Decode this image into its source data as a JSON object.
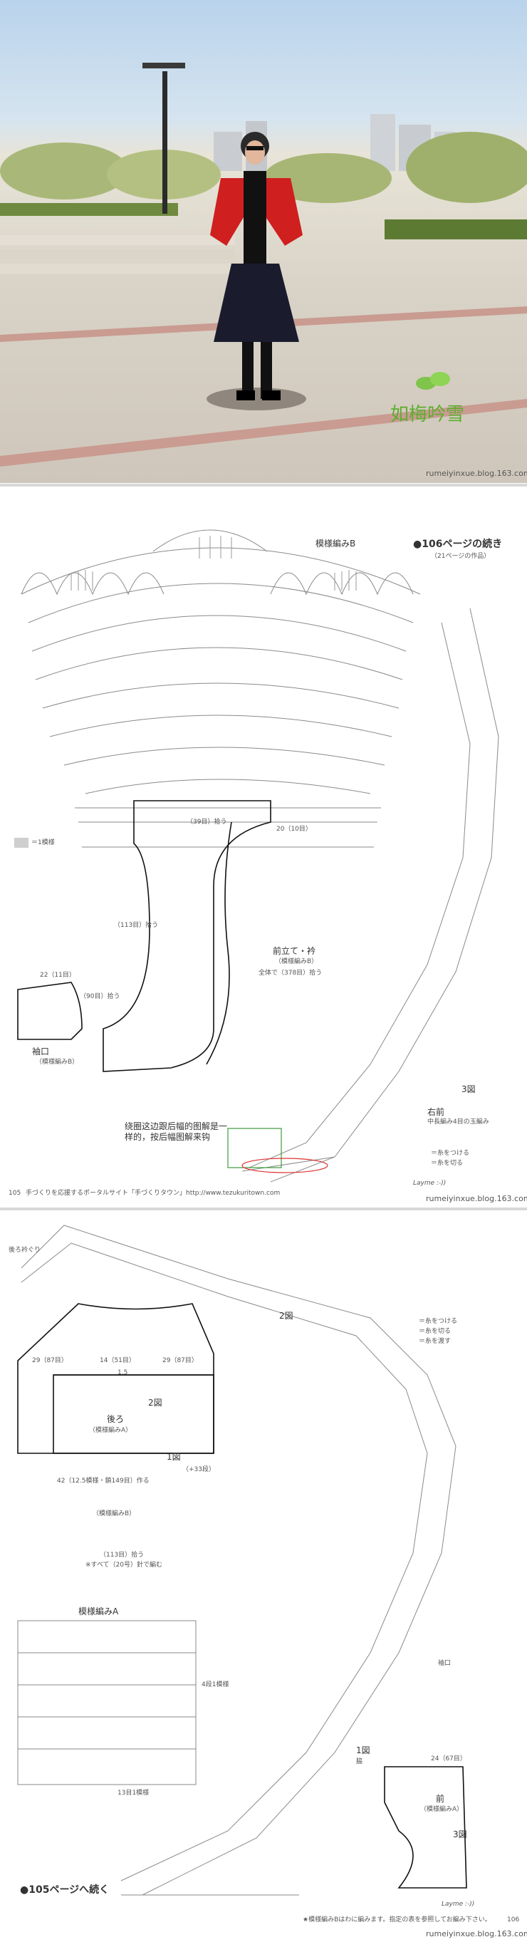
{
  "photo": {
    "logo_text": "如梅吟雪",
    "watermark": "rumeiyinxue.blog.163.com"
  },
  "page105": {
    "pattern_b_title": "模様編みB",
    "continued_title": "●106ページの続き",
    "continued_sub": "（21ページの作品）",
    "legend_1row": "＝1模様",
    "sleeve_title": "袖口",
    "sleeve_sub": "（模様編みB）",
    "front_title": "前立て・衿",
    "front_sub": "（模様編みB）",
    "front_note": "全体で（378目）拾う",
    "dim_39": "（39目）拾う",
    "dim_20": "20（10目）",
    "dim_113": "（113目）拾う",
    "dim_90": "（90目）拾う",
    "dim_22": "22（11目）",
    "chinese_note": "绕圈这边跟后幅的图解是一样的，按后幅图解来钩",
    "fig3": "3図",
    "right_front": "右前",
    "right_front_note": "中長編み4目の玉編み",
    "legend_join": "＝糸をつける",
    "legend_cut": "＝糸を切る",
    "footer_num": "105",
    "footer_site": "手づくりを応援するポータルサイト「手づくりタウン」http://www.tezukuritown.com",
    "signature": "Layme :-))",
    "watermark": "rumeiyinxue.blog.163.com"
  },
  "page106": {
    "back_neck": "後ろ衿ぐり",
    "fig2_top": "2図",
    "legend_join": "＝糸をつける",
    "legend_cut": "＝糸を切る",
    "legend_skip": "＝糸を渡す",
    "dim_29a": "29（87目）",
    "dim_14": "14（51目）",
    "dim_29b": "29（87目）",
    "dim_1_5": "1.5",
    "fig2_label": "2図",
    "back_title": "後ろ",
    "back_sub": "（模様編みA）",
    "fig1_label": "1図",
    "back_rows": "（+33段）",
    "back_dims": "42（12.5模様・鎖149目）作る",
    "pattern_b_mid": "（模様編みB）",
    "dim_113": "（113目）拾う",
    "note_20": "※すべて（20号）針で編む",
    "pattern_a_title": "模様編みA",
    "pattern_a_rows": "4段1模様",
    "repeat_13": "13目1模様",
    "sleeve_label": "袖口",
    "fig1_bottom": "1図",
    "armhole": "脇",
    "front_title": "前",
    "front_sub": "（模様編みA）",
    "fig3_label": "3図",
    "dim_24": "24（67目）",
    "continue": "●105ページへ続く",
    "footer_note": "★模様編みBはわに編みます。指定の表を参照してお編み下さい。",
    "footer_num": "106",
    "signature": "Layme :-))",
    "watermark": "rumeiyinxue.blog.163.com"
  }
}
